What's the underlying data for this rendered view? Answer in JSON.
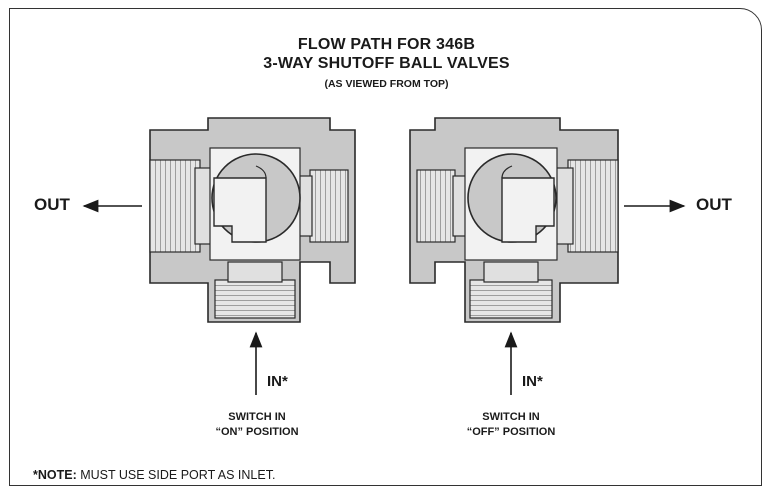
{
  "title": {
    "line1": "FLOW PATH FOR 346B",
    "line2": "3-WAY SHUTOFF BALL VALVES",
    "line3": "(AS VIEWED FROM TOP)"
  },
  "left_valve": {
    "outlet_label": "OUT",
    "inlet_label": "IN*",
    "switch_line1": "SWITCH IN",
    "switch_line2": "“ON” POSITION"
  },
  "right_valve": {
    "outlet_label": "OUT",
    "inlet_label": "IN*",
    "switch_line1": "SWITCH IN",
    "switch_line2": "“OFF” POSITION"
  },
  "note": {
    "prefix": "*NOTE:",
    "text": " MUST USE SIDE PORT AS INLET."
  },
  "colors": {
    "body": "#c8c8c8",
    "cavity": "#f2f2f2",
    "stroke": "#2a2a2a"
  }
}
